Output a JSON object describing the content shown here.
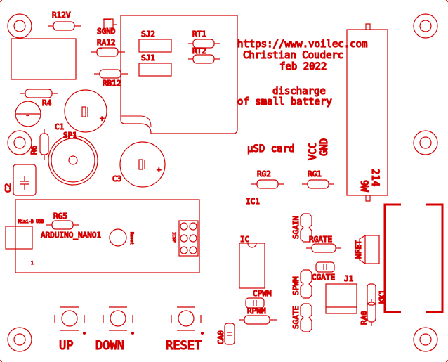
{
  "board": {
    "silk_color": "#d40000",
    "background": "#ffffff"
  },
  "header_text": {
    "url": "https://www.voilec.com",
    "author": "Christian Couderc",
    "date": "feb 2022",
    "purpose_line1": "discharge",
    "purpose_line2": "of small battery"
  },
  "sd_card_label": "µSD card",
  "power_labels": {
    "vcc": "VCC",
    "gnd": "GND"
  },
  "resistor_block": {
    "value": "9W",
    "code": "214"
  },
  "labels": {
    "r12v": "R12V",
    "sgnd": "SGND",
    "ra12": "RA12",
    "rb12": "RB12",
    "sj2": "SJ2",
    "sj1": "SJ1",
    "rt1": "RT1",
    "rt2": "RT2",
    "r4": "R4",
    "c1": "C1",
    "sp1": "SP1",
    "r6": "R6",
    "c2": "C2",
    "c3": "C3",
    "rg2": "RG2",
    "rg1": "RG1",
    "ic1": "IC1",
    "rg5": "RG5",
    "arduino": "ARDUINO_NANO1",
    "mini_usb": "Mini-B USB",
    "reset_small": "Reset",
    "icsp": "ICSP",
    "pin_one": "1",
    "sgain": "SGAIN",
    "rgate": "RGATE",
    "nfet": "NFET",
    "ic": "IC",
    "cgate": "CGATE",
    "spwm": "SPWM",
    "j1": "J1",
    "cpwm": "CPWM",
    "rpwm": "RPWM",
    "sgate": "SGATE",
    "ra0": "RA0",
    "kk1": "KK1",
    "ca0": "CA0",
    "minus": "-",
    "plus": "+"
  },
  "buttons": [
    "UP",
    "DOWN",
    "RESET"
  ]
}
